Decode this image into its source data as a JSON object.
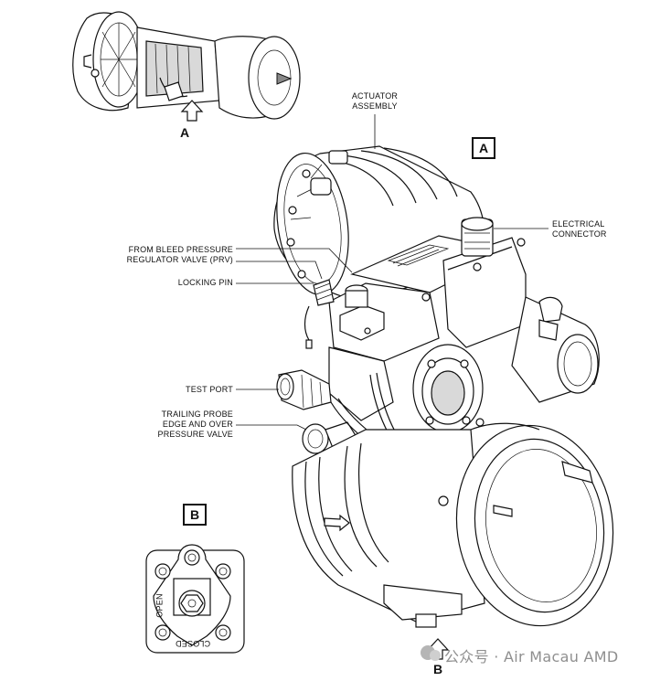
{
  "labels": {
    "actuator_assembly": [
      "ACTUATOR",
      "ASSEMBLY"
    ],
    "electrical_connector": [
      "ELECTRICAL",
      "CONNECTOR"
    ],
    "from_bleed": [
      "FROM BLEED PRESSURE",
      "REGULATOR VALVE (PRV)"
    ],
    "locking_pin": "LOCKING PIN",
    "test_port": "TEST PORT",
    "trailing_probe": [
      "TRAILING PROBE",
      "EDGE AND OVER",
      "PRESSURE VALVE"
    ]
  },
  "views": {
    "a_box": "A",
    "a_arrow": "A",
    "b_box": "B",
    "b_arrow": "B"
  },
  "detail_b": {
    "open": "OPEN",
    "closed": "CLOSED"
  },
  "watermark": "公众号 · Air Macau AMD"
}
